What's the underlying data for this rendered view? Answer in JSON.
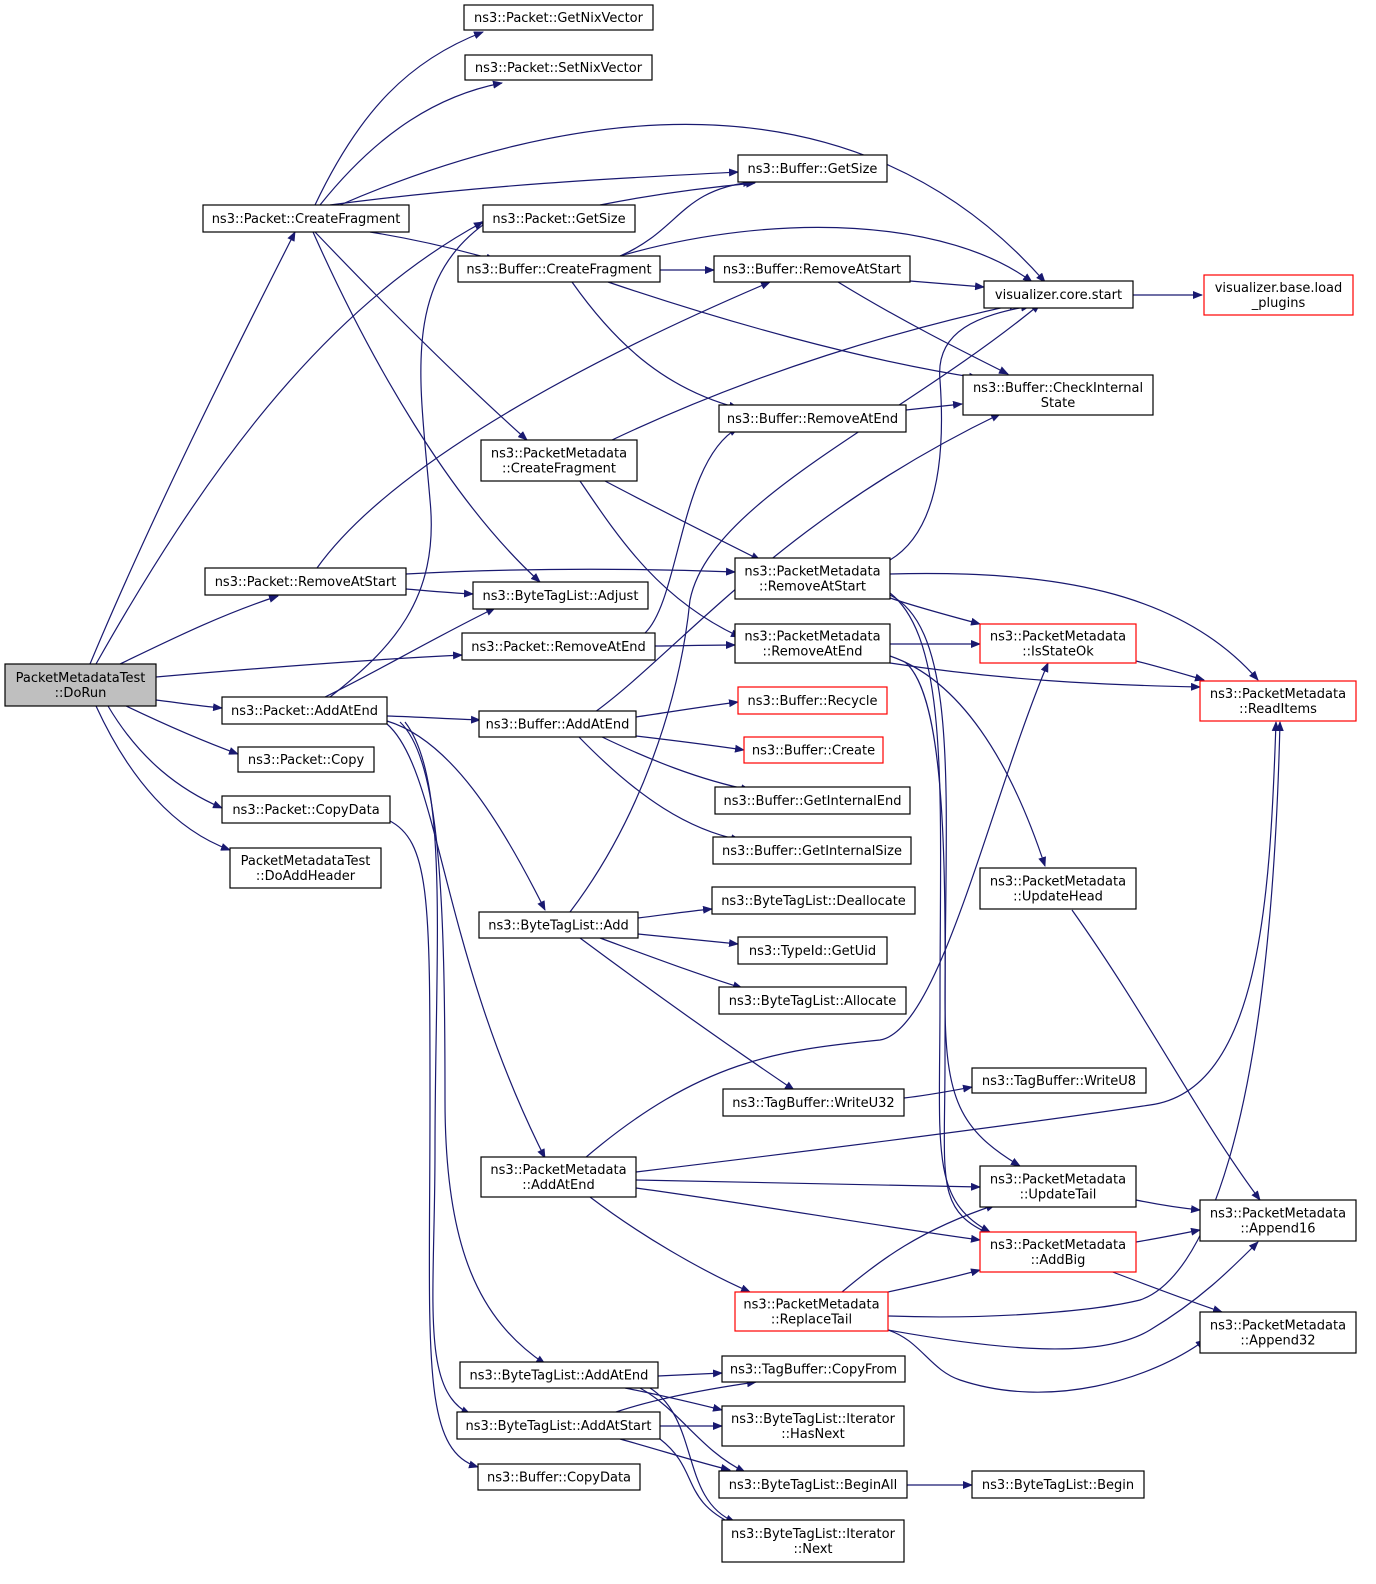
{
  "graph": {
    "edge_color": "#191970",
    "root_fill": "#bfbfbf",
    "red_border": "#ff0000",
    "nodes": {
      "dorun": {
        "lines": [
          "PacketMetadataTest",
          "::DoRun"
        ],
        "root": true
      },
      "getnix": {
        "lines": [
          "ns3::Packet::GetNixVector"
        ]
      },
      "setnix": {
        "lines": [
          "ns3::Packet::SetNixVector"
        ]
      },
      "createfrag": {
        "lines": [
          "ns3::Packet::CreateFragment"
        ]
      },
      "pgetsize": {
        "lines": [
          "ns3::Packet::GetSize"
        ]
      },
      "bgetsize": {
        "lines": [
          "ns3::Buffer::GetSize"
        ]
      },
      "bcreatefrag": {
        "lines": [
          "ns3::Buffer::CreateFragment"
        ]
      },
      "bremstart": {
        "lines": [
          "ns3::Buffer::RemoveAtStart"
        ]
      },
      "vstart": {
        "lines": [
          "visualizer.core.start"
        ]
      },
      "vload": {
        "lines": [
          "visualizer.base.load",
          "_plugins"
        ],
        "red": true
      },
      "bcheck": {
        "lines": [
          "ns3::Buffer::CheckInternal",
          "State"
        ]
      },
      "bremend": {
        "lines": [
          "ns3::Buffer::RemoveAtEnd"
        ]
      },
      "pmcreatefrag": {
        "lines": [
          "ns3::PacketMetadata",
          "::CreateFragment"
        ]
      },
      "premstart": {
        "lines": [
          "ns3::Packet::RemoveAtStart"
        ]
      },
      "btladjust": {
        "lines": [
          "ns3::ByteTagList::Adjust"
        ]
      },
      "pmremstart": {
        "lines": [
          "ns3::PacketMetadata",
          "::RemoveAtStart"
        ]
      },
      "premend": {
        "lines": [
          "ns3::Packet::RemoveAtEnd"
        ]
      },
      "pmremend": {
        "lines": [
          "ns3::PacketMetadata",
          "::RemoveAtEnd"
        ]
      },
      "pmstateok": {
        "lines": [
          "ns3::PacketMetadata",
          "::IsStateOk"
        ],
        "red": true
      },
      "pmread": {
        "lines": [
          "ns3::PacketMetadata",
          "::ReadItems"
        ],
        "red": true
      },
      "paddend": {
        "lines": [
          "ns3::Packet::AddAtEnd"
        ]
      },
      "baddend": {
        "lines": [
          "ns3::Buffer::AddAtEnd"
        ]
      },
      "brecycle": {
        "lines": [
          "ns3::Buffer::Recycle"
        ],
        "red": true
      },
      "bcreate": {
        "lines": [
          "ns3::Buffer::Create"
        ],
        "red": true
      },
      "pcopy": {
        "lines": [
          "ns3::Packet::Copy"
        ]
      },
      "bgetintend": {
        "lines": [
          "ns3::Buffer::GetInternalEnd"
        ]
      },
      "pcopydata": {
        "lines": [
          "ns3::Packet::CopyData"
        ]
      },
      "bgetintsize": {
        "lines": [
          "ns3::Buffer::GetInternalSize"
        ]
      },
      "doaddheader": {
        "lines": [
          "PacketMetadataTest",
          "::DoAddHeader"
        ]
      },
      "pmupdhead": {
        "lines": [
          "ns3::PacketMetadata",
          "::UpdateHead"
        ]
      },
      "btldealloc": {
        "lines": [
          "ns3::ByteTagList::Deallocate"
        ]
      },
      "btladd": {
        "lines": [
          "ns3::ByteTagList::Add"
        ]
      },
      "typeid": {
        "lines": [
          "ns3::TypeId::GetUid"
        ]
      },
      "btlalloc": {
        "lines": [
          "ns3::ByteTagList::Allocate"
        ]
      },
      "tbwu8": {
        "lines": [
          "ns3::TagBuffer::WriteU8"
        ]
      },
      "tbwu32": {
        "lines": [
          "ns3::TagBuffer::WriteU32"
        ]
      },
      "pmaddend": {
        "lines": [
          "ns3::PacketMetadata",
          "::AddAtEnd"
        ]
      },
      "pmupdtail": {
        "lines": [
          "ns3::PacketMetadata",
          "::UpdateTail"
        ]
      },
      "pmapp16": {
        "lines": [
          "ns3::PacketMetadata",
          "::Append16"
        ]
      },
      "pmaddbig": {
        "lines": [
          "ns3::PacketMetadata",
          "::AddBig"
        ],
        "red": true
      },
      "pmreplace": {
        "lines": [
          "ns3::PacketMetadata",
          "::ReplaceTail"
        ],
        "red": true
      },
      "pmapp32": {
        "lines": [
          "ns3::PacketMetadata",
          "::Append32"
        ]
      },
      "btladdend": {
        "lines": [
          "ns3::ByteTagList::AddAtEnd"
        ]
      },
      "tbcopyfrom": {
        "lines": [
          "ns3::TagBuffer::CopyFrom"
        ]
      },
      "btladdstart": {
        "lines": [
          "ns3::ByteTagList::AddAtStart"
        ]
      },
      "btlhasnext": {
        "lines": [
          "ns3::ByteTagList::Iterator",
          "::HasNext"
        ]
      },
      "bcopydata": {
        "lines": [
          "ns3::Buffer::CopyData"
        ]
      },
      "btlbeginall": {
        "lines": [
          "ns3::ByteTagList::BeginAll"
        ]
      },
      "btlbegin": {
        "lines": [
          "ns3::ByteTagList::Begin"
        ]
      },
      "btlnext": {
        "lines": [
          "ns3::ByteTagList::Iterator",
          "::Next"
        ]
      }
    }
  }
}
